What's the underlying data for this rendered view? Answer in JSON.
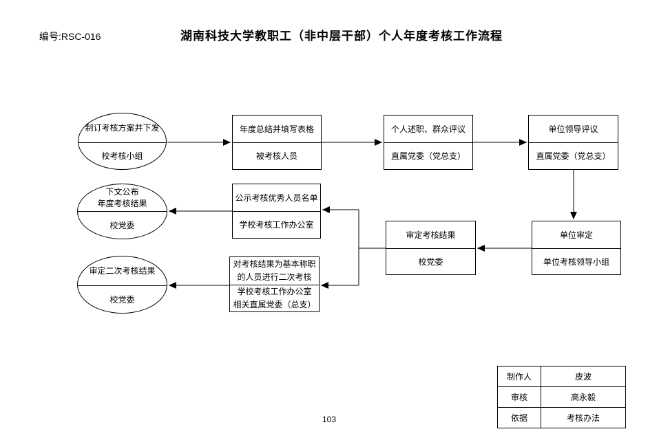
{
  "colors": {
    "line": "#000000",
    "text": "#000000",
    "background": "#ffffff"
  },
  "header": {
    "doc_number": "编号:RSC-016",
    "title": "湖南科技大学教职工（非中层干部）个人年度考核工作流程"
  },
  "flowchart": {
    "nodes": {
      "plan": {
        "shape": "ellipse",
        "task": "制订考核方案并下发",
        "actor": "校考核小组"
      },
      "summary": {
        "shape": "rect",
        "task": "年度总结并填写表格",
        "actor": "被考核人员"
      },
      "debrief": {
        "shape": "rect",
        "task": "个人述职、群众评议",
        "actor": "直属党委（党总支）"
      },
      "leader_review": {
        "shape": "rect",
        "task": "单位领导评议",
        "actor": "直属党委（党总支）"
      },
      "publish": {
        "shape": "ellipse",
        "task_line1": "下文公布",
        "task_line2": "年度考核结果",
        "actor": "校党委"
      },
      "publicize": {
        "shape": "rect",
        "task": "公示考核优秀人员名单",
        "actor": "学校考核工作办公室"
      },
      "approve": {
        "shape": "rect",
        "task": "审定考核结果",
        "actor": "校党委"
      },
      "unit_approve": {
        "shape": "rect",
        "task": "单位审定",
        "actor": "单位考核领导小组"
      },
      "second_result": {
        "shape": "ellipse",
        "task": "审定二次考核结果",
        "actor": "校党委"
      },
      "second_assess": {
        "shape": "rect",
        "task_line1": "对考核结果为基本称职",
        "task_line2": "的人员进行二次考核",
        "actor_line1": "学校考核工作办公室",
        "actor_line2": "相关直属党委（总支）"
      }
    },
    "edges": [
      {
        "from": "plan",
        "to": "summary"
      },
      {
        "from": "summary",
        "to": "debrief"
      },
      {
        "from": "debrief",
        "to": "leader_review"
      },
      {
        "from": "leader_review",
        "to": "unit_approve"
      },
      {
        "from": "unit_approve",
        "to": "approve"
      },
      {
        "from": "approve",
        "to": "publicize"
      },
      {
        "from": "approve",
        "to": "second_assess"
      },
      {
        "from": "publicize",
        "to": "publish"
      },
      {
        "from": "second_assess",
        "to": "second_result"
      }
    ]
  },
  "info_table": {
    "rows": [
      {
        "label": "制作人",
        "value": "皮波"
      },
      {
        "label": "审核",
        "value": "高永毅"
      },
      {
        "label": "依据",
        "value": "考核办法"
      }
    ]
  },
  "footer": {
    "page_number": "103"
  }
}
